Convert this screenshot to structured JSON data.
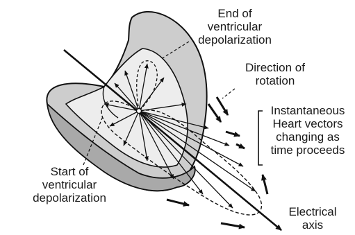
{
  "labels": {
    "end_of_ventricular_depolarization": [
      "End of",
      "ventricular",
      "depolarization"
    ],
    "direction_of_rotation": [
      "Direction of",
      "rotation"
    ],
    "instantaneous_heart_vectors": [
      "Instantaneous",
      "Heart vectors",
      "changing as",
      "time proceeds"
    ],
    "start_of_ventricular_depolarization": [
      "Start of",
      "ventricular",
      "depolarization"
    ],
    "electrical_axis": [
      "Electrical",
      "axis"
    ]
  },
  "colors": {
    "outer_wall": "#c8c8c8",
    "inner_chamber": "#ececec",
    "septum": "#a6a6a6",
    "ink": "#111111"
  }
}
